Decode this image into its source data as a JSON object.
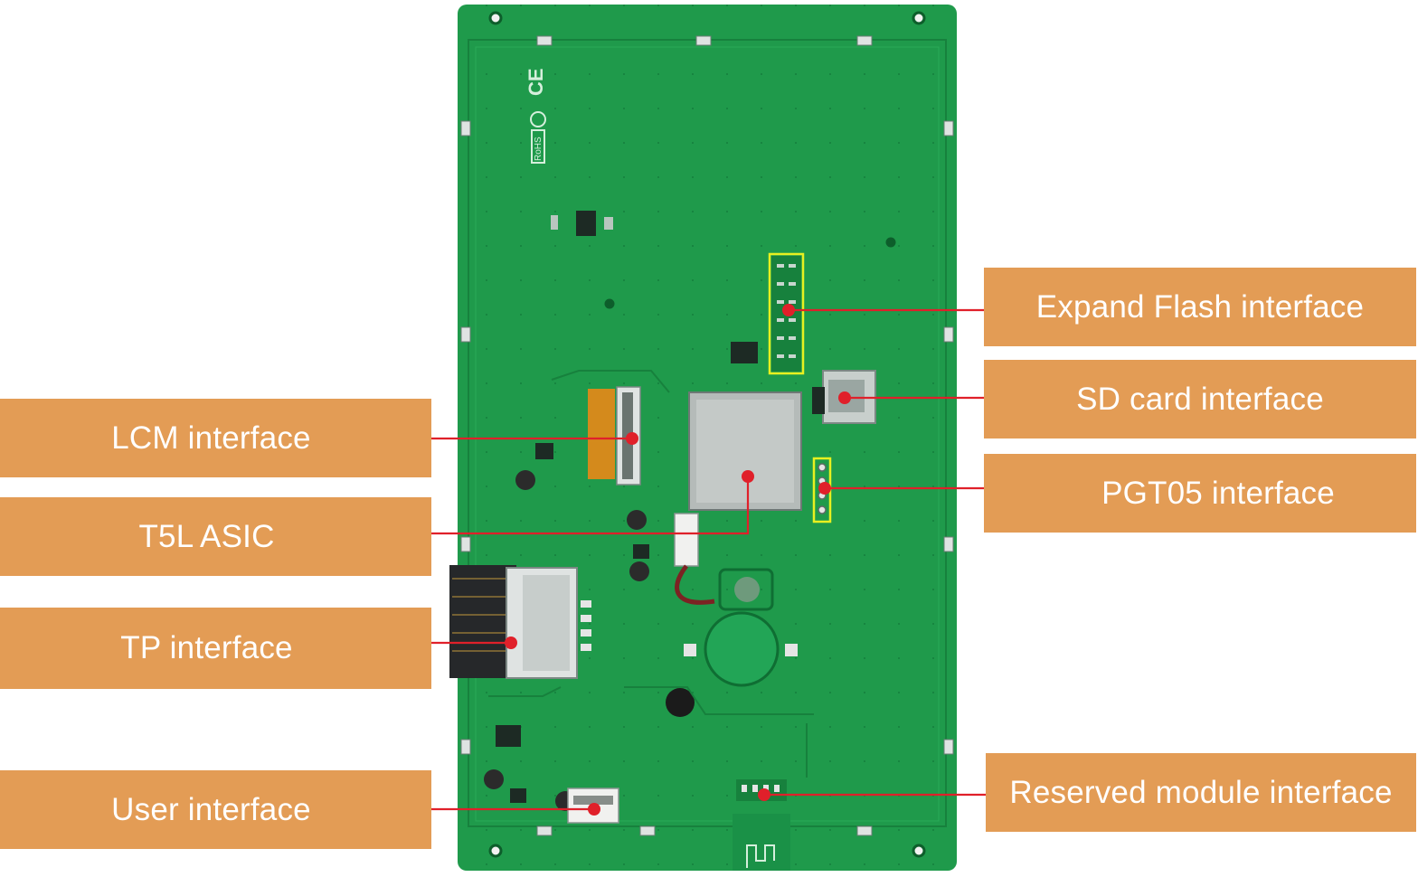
{
  "labels": {
    "expand_flash": "Expand Flash interface",
    "sd_card": "SD card interface",
    "pgt05": "PGT05 interface",
    "reserved_module": "Reserved module interface",
    "lcm": "LCM interface",
    "t5l_asic": "T5L ASIC",
    "tp": "TP interface",
    "user": "User interface"
  },
  "board_markings": {
    "ce": "CE",
    "rohs": "RoHS"
  },
  "colors": {
    "label_bg": "#e39c55",
    "label_text": "#ffffff",
    "pcb_green": "#1f9a4b",
    "leader_line": "#e0202a",
    "highlight_box": "#e8f020"
  }
}
